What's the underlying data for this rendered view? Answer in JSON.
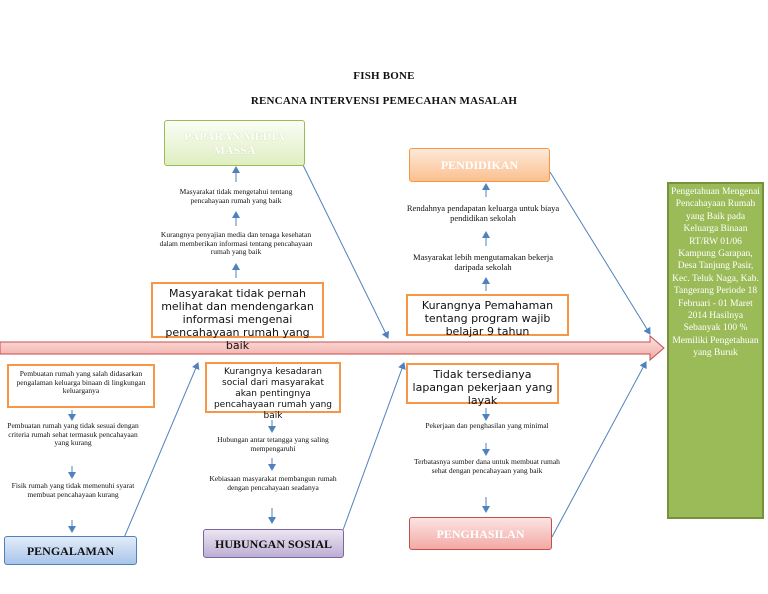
{
  "title": "FISH BONE",
  "subtitle": "RENCANA INTERVENSI PEMECAHAN MASALAH",
  "categories": {
    "media": "PAPARAN MEDIA MASSA",
    "pendidikan": "PENDIDIKAN",
    "pengalaman": "PENGALAMAN",
    "hubungan": "HUBUNGAN SOSIAL",
    "penghasilan": "PENGHASILAN"
  },
  "causes": {
    "media_1": "Masyarakat tidak mengetahui tentang pencahayaan rumah yang baik",
    "media_2": "Kurangnya penyajian media dan tenaga kesehatan dalam memberikan informasi tentang pencahayaan rumah yang baik",
    "media_box": "Masyarakat tidak pernah melihat dan mendengarkan informasi mengenai pencahayaan rumah yang baik",
    "pendidikan_1": "Rendahnya pendapatan keluarga untuk biaya pendidikan sekolah",
    "pendidikan_2": "Masyarakat lebih mengutamakan bekerja daripada sekolah",
    "pendidikan_box": "Kurangnya Pemahaman tentang program wajib belajar 9 tahun",
    "pengalaman_box": "Pembuatan rumah yang salah didasarkan pengalaman keluarga binaan di lingkungan keluarganya",
    "pengalaman_1": "Pembuatan rumah yang tidak sesuai dengan criteria rumah sehat termasuk pencahayaan yang kurang",
    "pengalaman_2": "Fisik rumah yang tidak memenuhi syarat membuat pencahayaan kurang",
    "hubungan_box": "Kurangnya kesadaran social dari masyarakat akan pentingnya pencahayaan rumah yang baik",
    "hubungan_1": "Hubungan antar tetangga yang saling mempengaruhi",
    "hubungan_2": "Kebiasaan masyarakat membangun rumah dengan pencahayaan seadanya",
    "penghasilan_box": "Tidak tersedianya lapangan pekerjaan yang layak",
    "penghasilan_1": "Pekerjaan dan penghasilan yang minimal",
    "penghasilan_2": "Terbatasnya sumber dana untuk membuat rumah sehat dengan pencahayaan yang baik"
  },
  "result": "Pengetahuan Mengenai Pencahayaan Rumah yang Baik pada Keluarga Binaan RT/RW 01/06 Kampung Garapan, Desa Tanjung Pasir, Kec. Teluk Naga, Kab. Tangerang Periode 18 Februari - 01 Maret 2014 Hasilnya Sebanyak 100 % Memiliki Pengetahuan yang Buruk",
  "colors": {
    "spine": "#c0504d",
    "bone": "#4f81bd",
    "result": "#9bbb59",
    "box_border": "#f79646"
  }
}
